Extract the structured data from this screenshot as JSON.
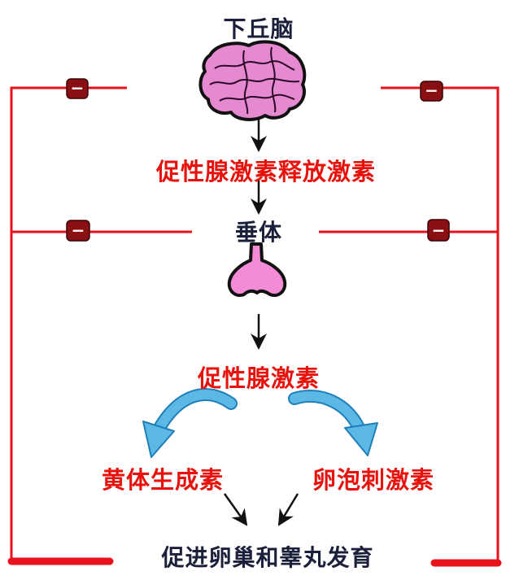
{
  "nodes": {
    "hypothalamus": "下丘脑",
    "gnrh": "促性腺激素释放激素",
    "pituitary": "垂体",
    "gonadotropin": "促性腺激素",
    "lh": "黄体生成素",
    "fsh": "卵泡刺激素",
    "outcome": "促进卵巢和睾丸发育"
  },
  "feedback_badges": [
    "−",
    "−",
    "−",
    "−"
  ],
  "colors": {
    "dark_text": "#1a1f3a",
    "red_text": "#e8120c",
    "feedback_line": "#e8121c",
    "badge": "#8a0f12",
    "brain_fill": "#e58ad0",
    "pituitary_fill": "#f38bd6",
    "curved_arrow": "#5cb9e6"
  }
}
